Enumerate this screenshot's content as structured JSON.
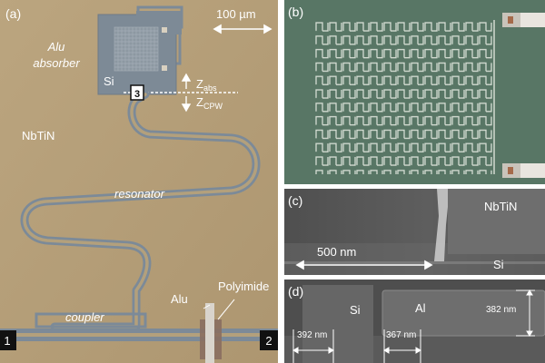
{
  "panels": {
    "a": {
      "label": "(a)",
      "scale_bar": "100 µm",
      "alu_absorber": [
        "Alu",
        "absorber"
      ],
      "si": "Si",
      "box_3": "3",
      "z_abs": {
        "main": "Z",
        "sub": "abs"
      },
      "z_cpw": {
        "main": "Z",
        "sub": "CPW"
      },
      "nbtin": "NbTiN",
      "resonator": "resonator",
      "coupler": "coupler",
      "alu": "Alu",
      "polyimide": "Polyimide",
      "port_1": "1",
      "port_2": "2"
    },
    "b": {
      "label": "(b)"
    },
    "c": {
      "label": "(c)",
      "nbtin": "NbTiN",
      "scale": "500 nm",
      "si": "Si"
    },
    "d": {
      "label": "(d)",
      "si": "Si",
      "al": "Al",
      "dim_thickness": "382 nm",
      "dim_left": "392 nm",
      "dim_right": "367 nm"
    }
  },
  "colors": {
    "nbtin_background": "#b7a07a",
    "cpw_line": "#7c8a98",
    "si_pad": "#7d8a96",
    "panel_b_background": "#5d7a68",
    "sem_gray": "#5a5a5a"
  }
}
